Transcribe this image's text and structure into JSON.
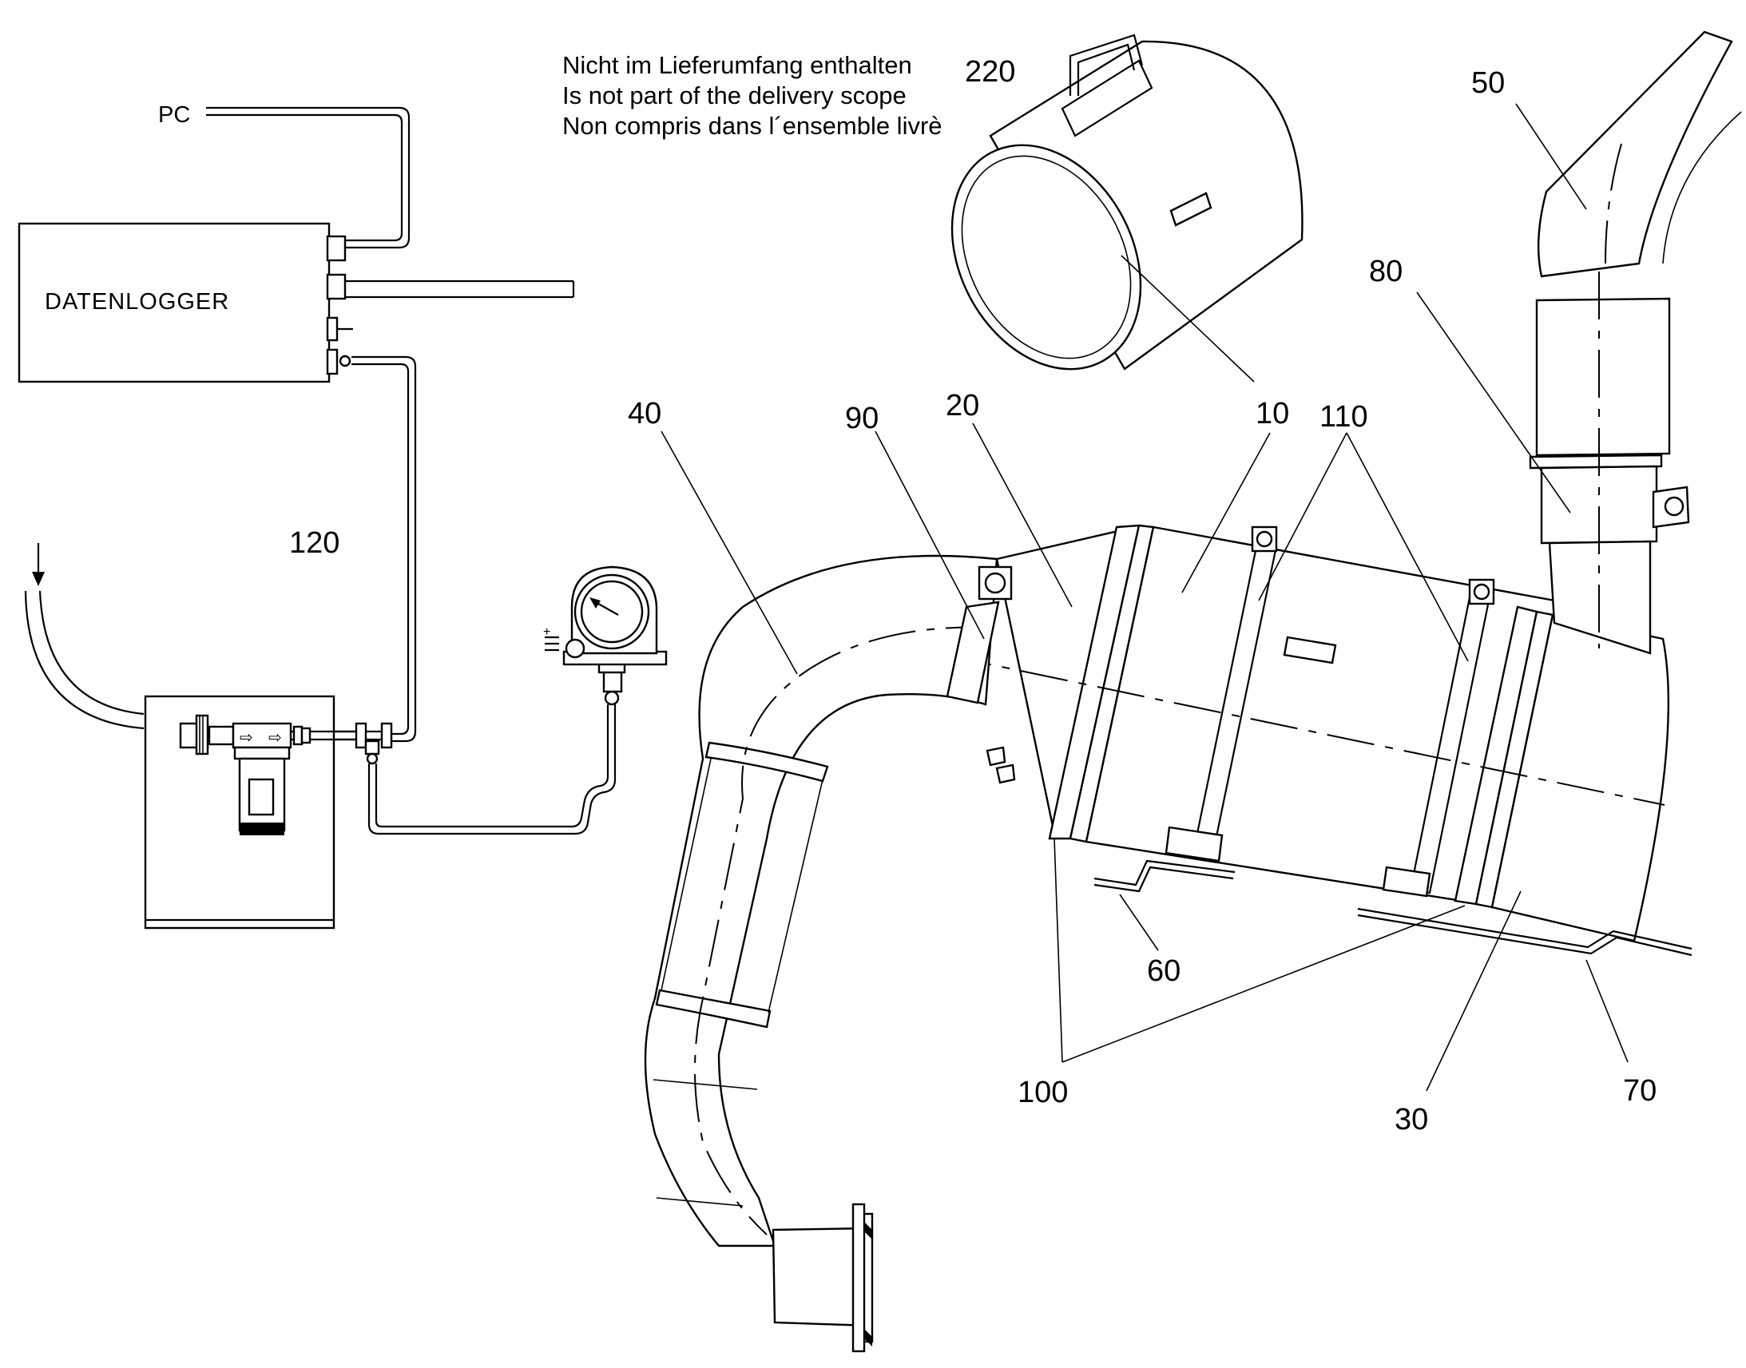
{
  "notice": {
    "line1": "Nicht im Lieferumfang enthalten",
    "line2": "Is not part of the delivery scope",
    "line3": "Non compris dans l´ensemble livrè"
  },
  "datalogger": {
    "label": "DATENLOGGER"
  },
  "pc": {
    "label": "PC"
  },
  "parts": {
    "p10a": "10",
    "p10b": "10",
    "p20": "20",
    "p30": "30",
    "p40": "40",
    "p50": "50",
    "p60": "60",
    "p70": "70",
    "p80": "80",
    "p90": "90",
    "p100": "100",
    "p110": "110",
    "p120": "120",
    "p220": "220"
  }
}
